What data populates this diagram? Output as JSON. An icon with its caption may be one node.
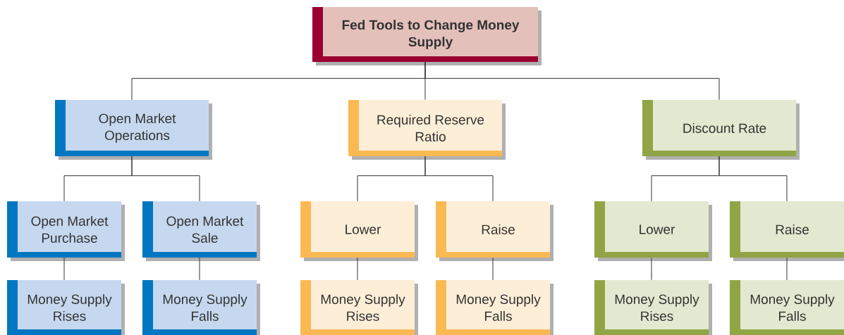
{
  "diagram": {
    "nodes": [
      {
        "text": [
          "Fed Tools to Change Money Supply"
        ]
      },
      {
        "text": [
          "Open Market Operations"
        ]
      },
      {
        "text": [
          "Required Reserve Ratio"
        ]
      },
      {
        "text": [
          "Discount Rate"
        ]
      },
      {
        "text": [
          "Open Market Purchase"
        ]
      },
      {
        "text": [
          "Open Market Sale"
        ]
      },
      {
        "text": [
          "Lower"
        ]
      },
      {
        "text": [
          "Raise"
        ]
      },
      {
        "text": [
          "Lower"
        ]
      },
      {
        "text": [
          "Raise"
        ]
      },
      {
        "text": [
          "Money Supply Rises"
        ]
      },
      {
        "text": [
          "Money Supply Falls"
        ]
      },
      {
        "text": [
          "Money Supply Rises"
        ]
      },
      {
        "text": [
          "Money Supply Falls"
        ]
      },
      {
        "text": [
          "Money Supply Rises"
        ]
      },
      {
        "text": [
          "Money Supply Falls"
        ]
      }
    ],
    "edges": [
      {
        "from": 0,
        "to": 1,
        "arrow": "none"
      },
      {
        "from": 0,
        "to": 2,
        "arrow": "none"
      },
      {
        "from": 0,
        "to": 3,
        "arrow": "none"
      },
      {
        "from": 1,
        "to": 4,
        "arrow": "none"
      },
      {
        "from": 1,
        "to": 5,
        "arrow": "none"
      },
      {
        "from": 2,
        "to": 6,
        "arrow": "none"
      },
      {
        "from": 2,
        "to": 7,
        "arrow": "none"
      },
      {
        "from": 3,
        "to": 8,
        "arrow": "none"
      },
      {
        "from": 3,
        "to": 9,
        "arrow": "none"
      },
      {
        "from": 4,
        "to": 10,
        "arrow": "none"
      },
      {
        "from": 5,
        "to": 11,
        "arrow": "none"
      },
      {
        "from": 6,
        "to": 12,
        "arrow": "none"
      },
      {
        "from": 7,
        "to": 13,
        "arrow": "none"
      },
      {
        "from": 8,
        "to": 14,
        "arrow": "none"
      },
      {
        "from": 9,
        "to": 15,
        "arrow": "none"
      }
    ]
  }
}
